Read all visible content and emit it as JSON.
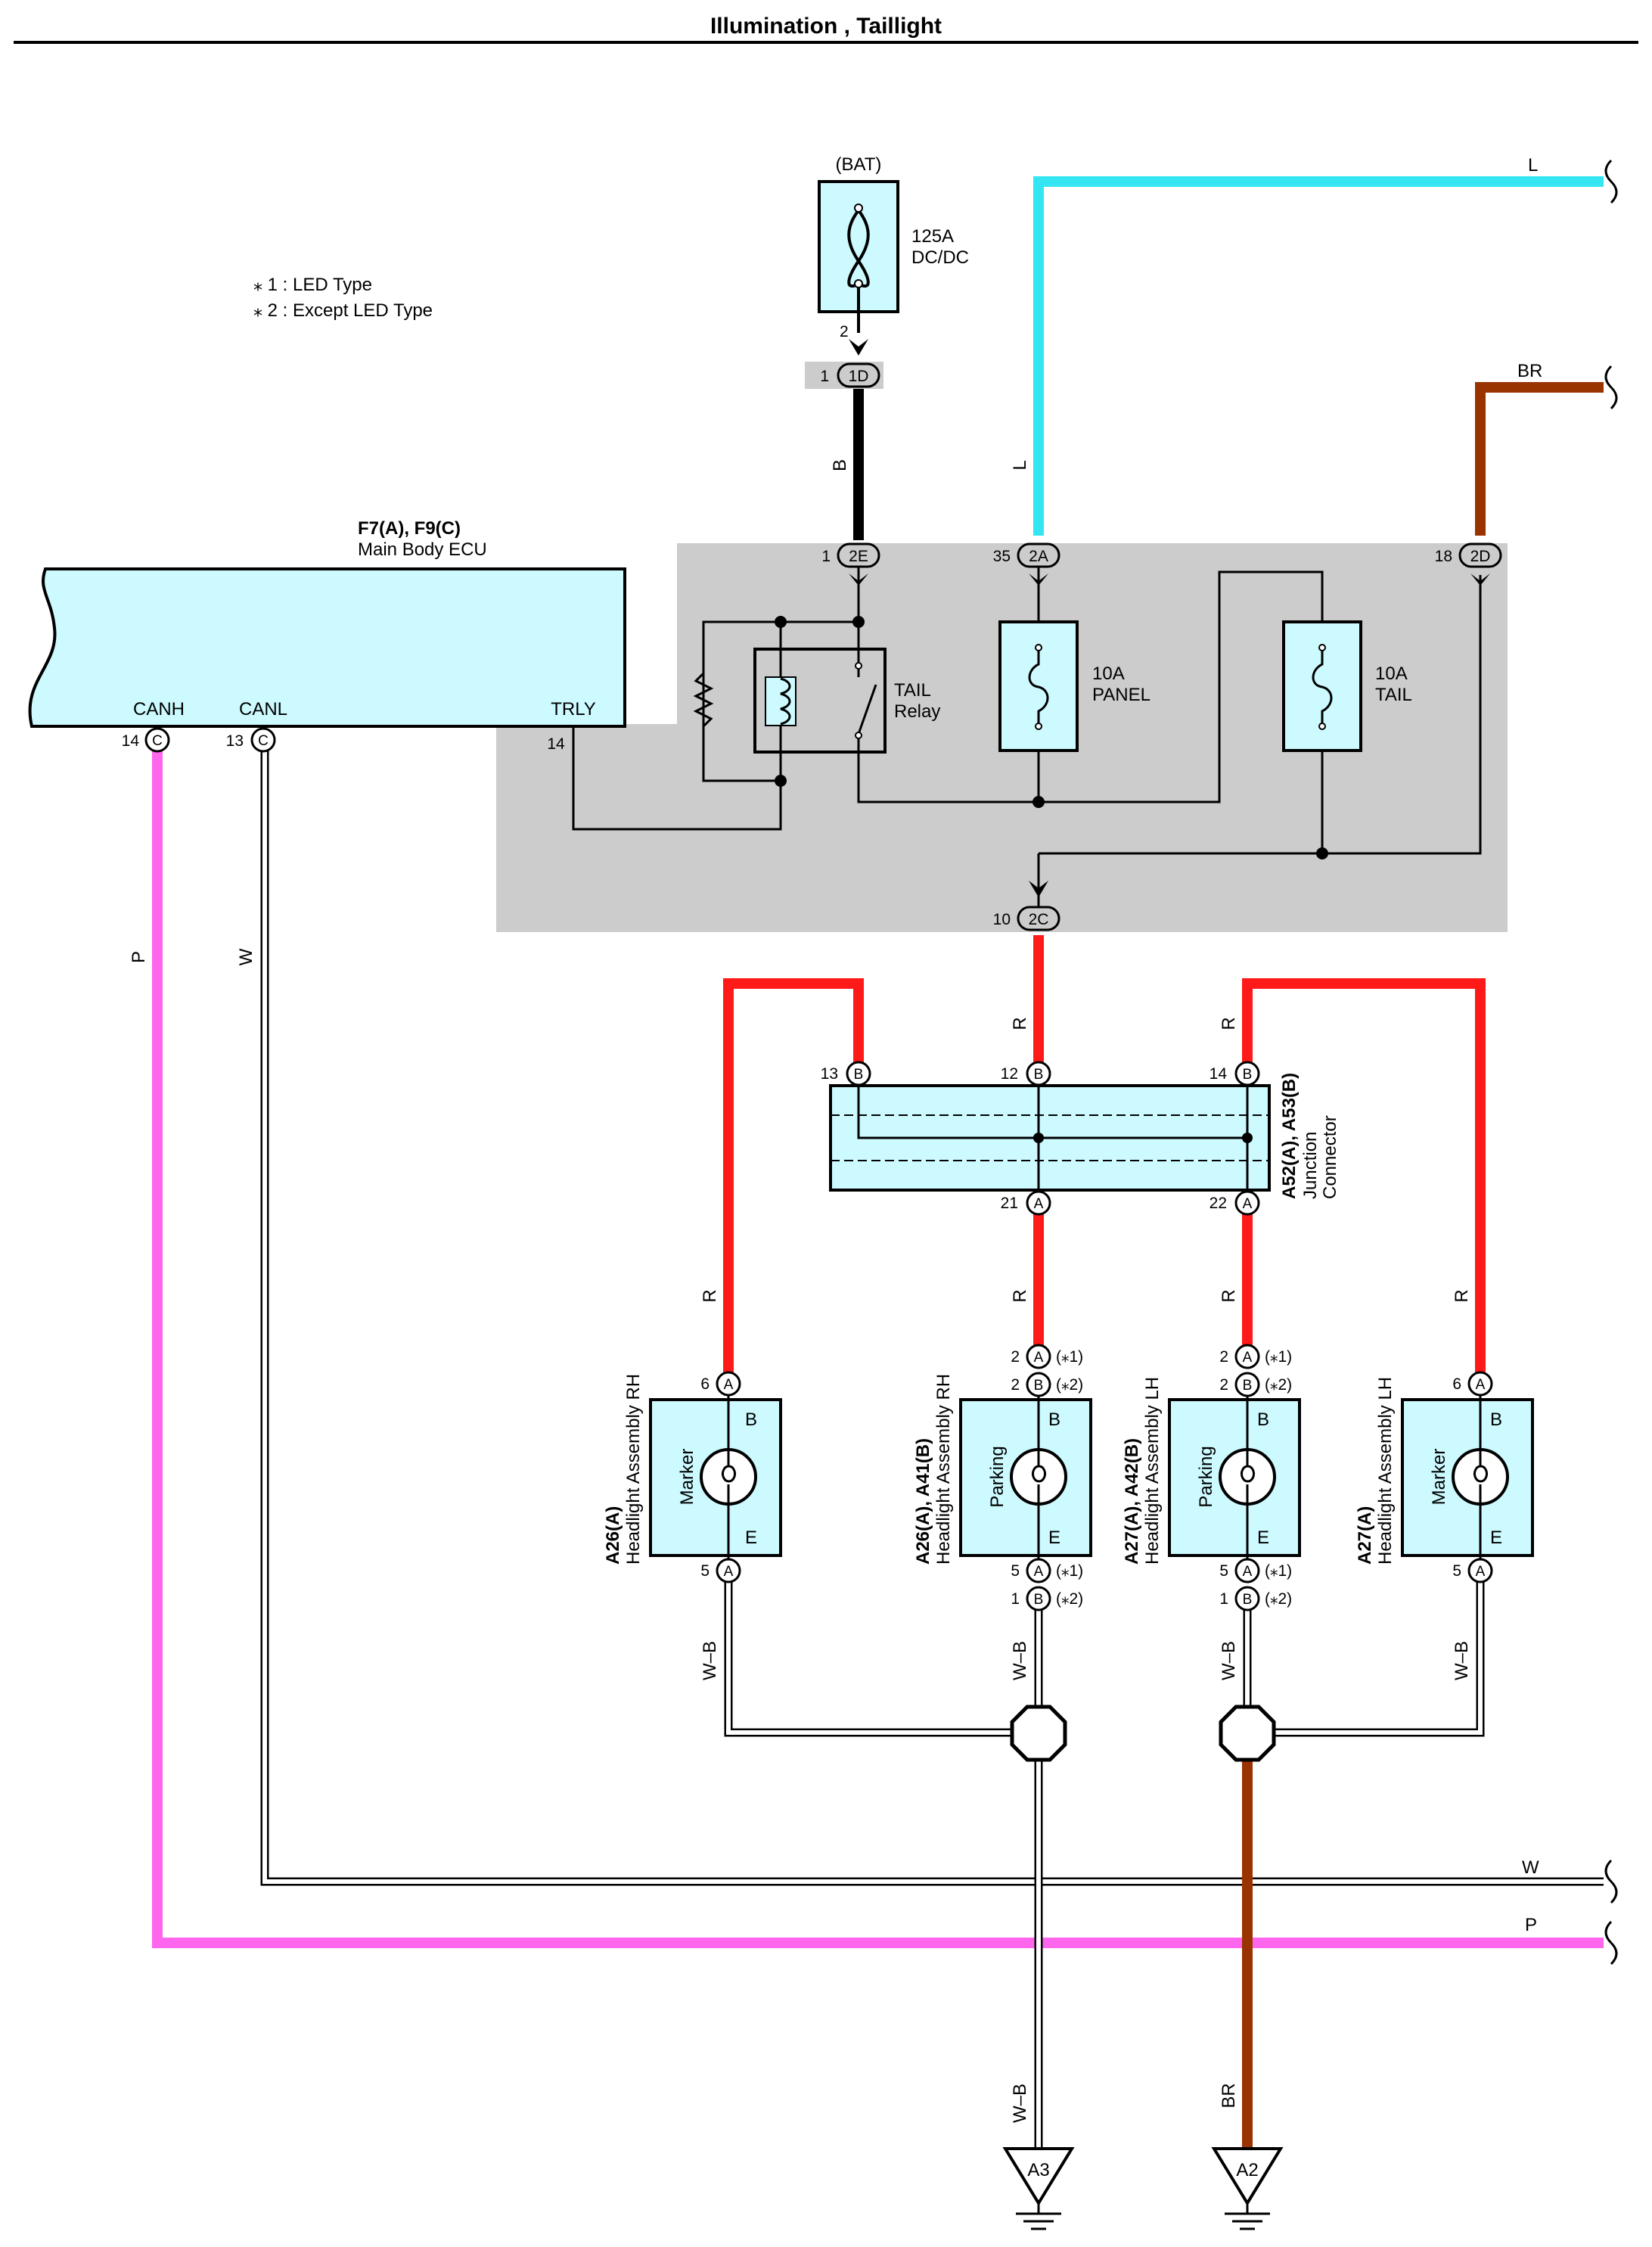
{
  "title": "Illumination , Taillight",
  "legend": [
    "⁎ 1 : LED Type",
    "⁎ 2 : Except LED Type"
  ],
  "battery": {
    "label": "(BAT)",
    "fuse_amp": "125A",
    "fuse_name": "DC/DC",
    "pin": "2"
  },
  "conn_1d": {
    "num": "1",
    "code": "1D"
  },
  "ecu": {
    "code": "F7(A), F9(C)",
    "name": "Main Body ECU",
    "canh": "CANH",
    "canl": "CANL",
    "trly": "TRLY",
    "pin_canh": "14",
    "pin_canl": "13",
    "pin_trly": "14",
    "conn": "C"
  },
  "jb": {
    "pin_2e": {
      "num": "1",
      "code": "2E"
    },
    "pin_2a": {
      "num": "35",
      "code": "2A"
    },
    "pin_2d": {
      "num": "18",
      "code": "2D"
    },
    "pin_2c": {
      "num": "10",
      "code": "2C"
    },
    "relay_label": [
      "TAIL",
      "Relay"
    ],
    "panel_fuse": [
      "10A",
      "PANEL"
    ],
    "tail_fuse": [
      "10A",
      "TAIL"
    ]
  },
  "junction": {
    "code": "A52(A), A53(B)",
    "name": [
      "Junction",
      "Connector"
    ],
    "top_pins": [
      "13",
      "12",
      "14"
    ],
    "bottom_pins": [
      "21",
      "22"
    ],
    "top_conn": "B",
    "bottom_conn": "A"
  },
  "lamps": [
    {
      "code": "A26(A)",
      "name": "Headlight Assembly RH",
      "lamp": "Marker",
      "pin_top": "6",
      "pin_bot": "5"
    },
    {
      "code": "A26(A), A41(B)",
      "name": "Headlight Assembly RH",
      "lamp": "Parking",
      "pins_top": [
        "2",
        "2"
      ],
      "pins_bot": [
        "5",
        "1"
      ]
    },
    {
      "code": "A27(A), A42(B)",
      "name": "Headlight Assembly LH",
      "lamp": "Parking",
      "pins_top": [
        "2",
        "2"
      ],
      "pins_bot": [
        "5",
        "1"
      ]
    },
    {
      "code": "A27(A)",
      "name": "Headlight Assembly LH",
      "lamp": "Marker",
      "pin_top": "6",
      "pin_bot": "5"
    }
  ],
  "lamp_terms": {
    "b": "B",
    "e": "E",
    "a": "A"
  },
  "variants": {
    "led": "(⁎1)",
    "except_led": "(⁎2)"
  },
  "wires": {
    "b": "B",
    "l": "L",
    "br": "BR",
    "r": "R",
    "p": "P",
    "w": "W",
    "wb": "W–B"
  },
  "grounds": [
    "A3",
    "A2"
  ],
  "colors": {
    "L": "#33e6f2",
    "BR": "#993300",
    "R": "#ff1a1a",
    "P": "#ff66ee",
    "B": "#000000",
    "box": "#ccfaff",
    "jb": "#cccccc"
  }
}
